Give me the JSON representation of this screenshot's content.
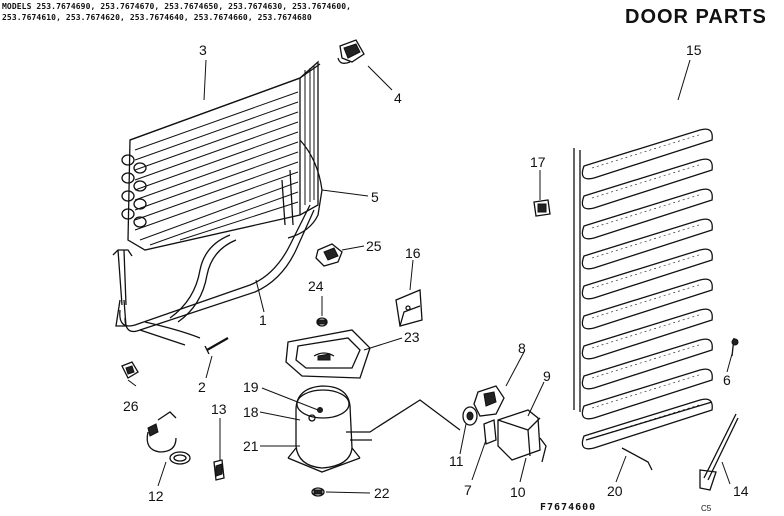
{
  "header": {
    "models_line1": "MODELS 253.7674690, 253.7674670, 253.7674650, 253.7674630, 253.7674600,",
    "models_line2": "253.7674610, 253.7674620, 253.7674640, 253.7674660, 253.7674680",
    "title": "DOOR PARTS"
  },
  "footer": {
    "part_number": "F7674600",
    "code": "C5"
  },
  "callouts": [
    {
      "id": "1",
      "label": "1"
    },
    {
      "id": "2",
      "label": "2"
    },
    {
      "id": "3",
      "label": "3"
    },
    {
      "id": "4",
      "label": "4"
    },
    {
      "id": "5",
      "label": "5"
    },
    {
      "id": "6",
      "label": "6"
    },
    {
      "id": "7",
      "label": "7"
    },
    {
      "id": "8",
      "label": "8"
    },
    {
      "id": "9",
      "label": "9"
    },
    {
      "id": "10",
      "label": "10"
    },
    {
      "id": "11",
      "label": "11"
    },
    {
      "id": "12",
      "label": "12"
    },
    {
      "id": "13",
      "label": "13"
    },
    {
      "id": "14",
      "label": "14"
    },
    {
      "id": "15",
      "label": "15"
    },
    {
      "id": "16",
      "label": "16"
    },
    {
      "id": "17",
      "label": "17"
    },
    {
      "id": "18",
      "label": "18"
    },
    {
      "id": "19",
      "label": "19"
    },
    {
      "id": "20",
      "label": "20"
    },
    {
      "id": "21",
      "label": "21"
    },
    {
      "id": "22",
      "label": "22"
    },
    {
      "id": "23",
      "label": "23"
    },
    {
      "id": "24",
      "label": "24"
    },
    {
      "id": "25",
      "label": "25"
    },
    {
      "id": "26",
      "label": "26"
    }
  ]
}
